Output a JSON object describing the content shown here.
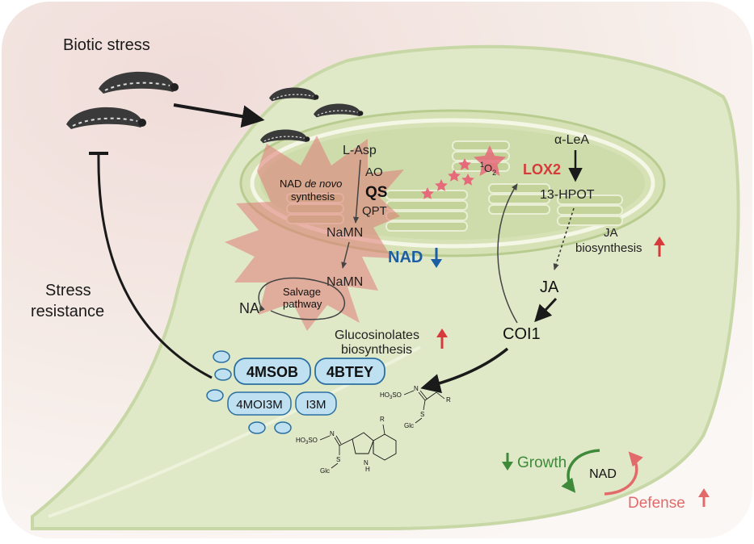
{
  "header": {
    "biotic_stress": "Biotic stress",
    "stress_resistance_line1": "Stress",
    "stress_resistance_line2": "resistance"
  },
  "pathway": {
    "l_asp": "L-Asp",
    "ao": "AO",
    "qs": "QS",
    "qpt": "QPT",
    "nad_de_novo_prefix": "NAD ",
    "nad_de_novo_italic": "de novo",
    "synthesis": "synthesis",
    "namn_1": "NaMN",
    "namn_2": "NaMN",
    "nad_down": "NAD",
    "na": "NA",
    "salvage_line1": "Salvage",
    "salvage_line2": "pathway"
  },
  "ja_pathway": {
    "alpha_lea": "α-LeA",
    "singlet_o2_sup": "1",
    "singlet_o2": "O",
    "singlet_o2_sub": "2",
    "lox2": "LOX2",
    "hpot": "13-HPOT",
    "ja_biosynthesis_line1": "JA",
    "ja_biosynthesis_line2": "biosynthesis",
    "ja": "JA",
    "coi1": "COI1"
  },
  "glucosinolates": {
    "title_line1": "Glucosinolates",
    "title_line2": "biosynthesis",
    "items": [
      "4MSOB",
      "4BTEY",
      "4MOI3M",
      "I3M"
    ]
  },
  "chem": {
    "ali_hso3": "HO",
    "ali_r": "R",
    "ali_s": "S",
    "ali_glc": "Glc",
    "ali_n": "N",
    "ind_hso3": "HO",
    "ind_r": "R",
    "ind_s": "S",
    "ind_glc": "Glc",
    "ind_n": "N",
    "ind_nh": "H",
    "ind_nh_n": "N"
  },
  "legend": {
    "growth": "Growth",
    "nad": "NAD",
    "defense": "Defense"
  },
  "colors": {
    "red_accent": "#d63a3a",
    "blue_accent": "#1b5ea6",
    "green_growth": "#3f8a3a",
    "leaf_fill": "#dbe6c4",
    "stroma": "#c9d9a8",
    "star_pink": "#e66a7a"
  },
  "icons": [
    "caterpillar-icon",
    "star-icon",
    "up-arrow-icon",
    "down-arrow-icon",
    "inhibit-arrow-icon"
  ]
}
